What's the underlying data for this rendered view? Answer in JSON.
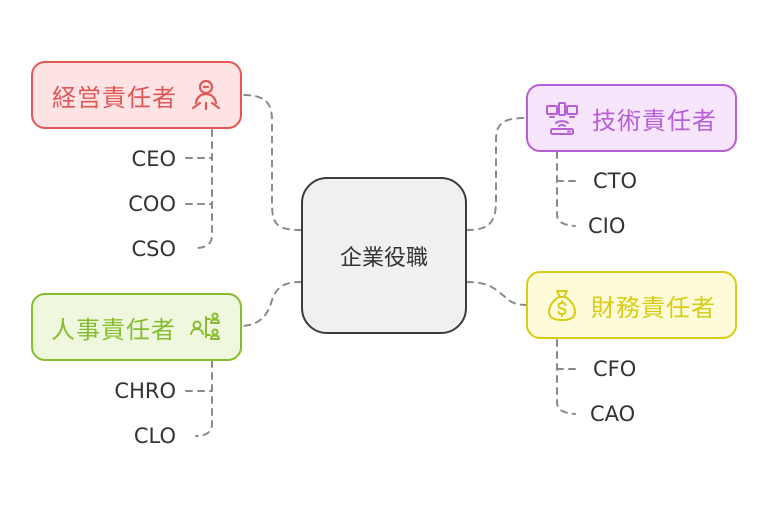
{
  "center": {
    "label": "企業役職"
  },
  "branches": [
    {
      "label": "経営責任者",
      "color": "#e05757",
      "fill": "#fde3e3",
      "icon": "person-icon",
      "children": [
        "CEO",
        "COO",
        "CSO"
      ]
    },
    {
      "label": "人事責任者",
      "color": "#86bd2e",
      "fill": "#eff8df",
      "icon": "org-people-icon",
      "children": [
        "CHRO",
        "CLO"
      ]
    },
    {
      "label": "技術責任者",
      "color": "#b65fd6",
      "fill": "#f6e5fb",
      "icon": "devices-icon",
      "children": [
        "CTO",
        "CIO"
      ]
    },
    {
      "label": "財務責任者",
      "color": "#d9cc16",
      "fill": "#fdfbd8",
      "icon": "money-bag-icon",
      "children": [
        "CFO",
        "CAO"
      ]
    }
  ],
  "connector_color": "#8a8a8a"
}
